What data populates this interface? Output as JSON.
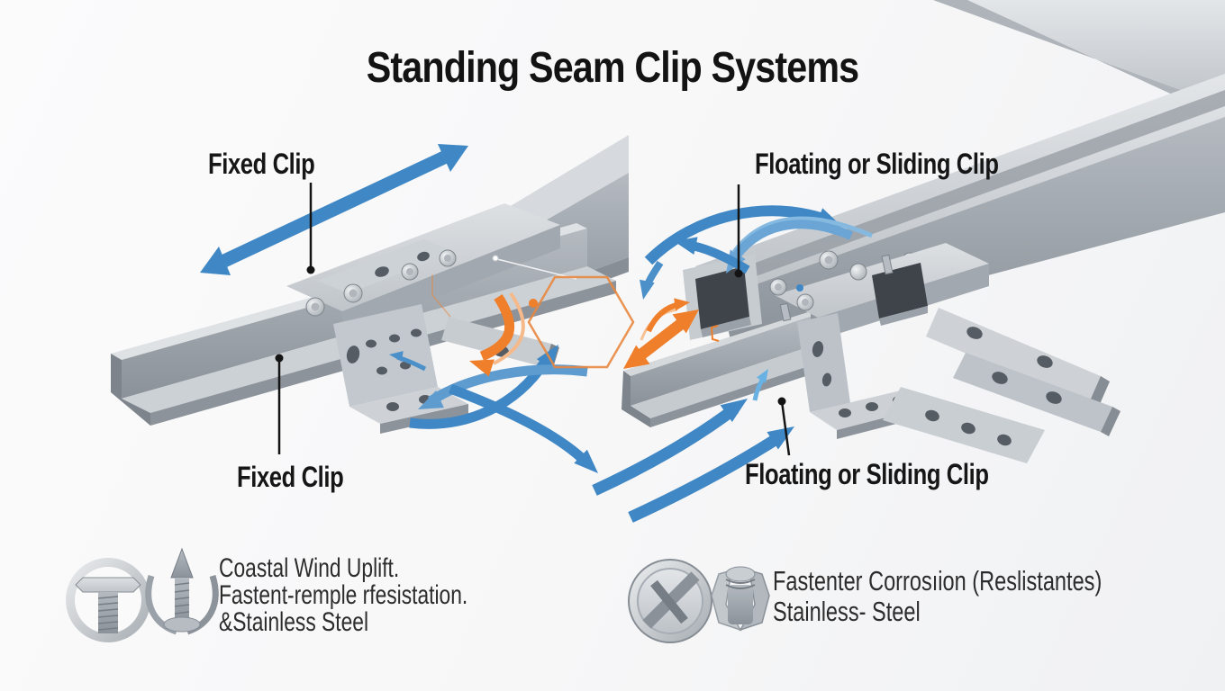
{
  "title": "Standing Seam Clip Systems",
  "panels": {
    "left": {
      "top_label": "Fixed Clip",
      "bottom_label": "Fixed Clip"
    },
    "right": {
      "top_label": "Floating or Sliding Clip",
      "bottom_label": "Floating or Sliding Clip"
    }
  },
  "footer": {
    "left": {
      "line1": "Coastal Wind Uplift.",
      "line2": "Fastent-remple rfesistation.",
      "line3": "&Stainless Steel",
      "icons": [
        "bolt-ring-icon",
        "screw-anchor-icon"
      ]
    },
    "right": {
      "line1": "Fastenter Corrosıion (Reslistantes)",
      "line2": "Stainless- Steel",
      "icons": [
        "tools-medallion-icon",
        "shield-bolt-icon"
      ]
    }
  },
  "colors": {
    "arrow_blue": "#3f87c5",
    "arrow_blue_light": "#7ab3dc",
    "arrow_orange": "#ef7f2b",
    "metal_light": "#d7dadd",
    "metal_mid": "#a8aeb5",
    "metal_dark": "#7e858c",
    "leader": "#141414",
    "text": "#1f1f1f",
    "background": "#f8f8f9"
  }
}
